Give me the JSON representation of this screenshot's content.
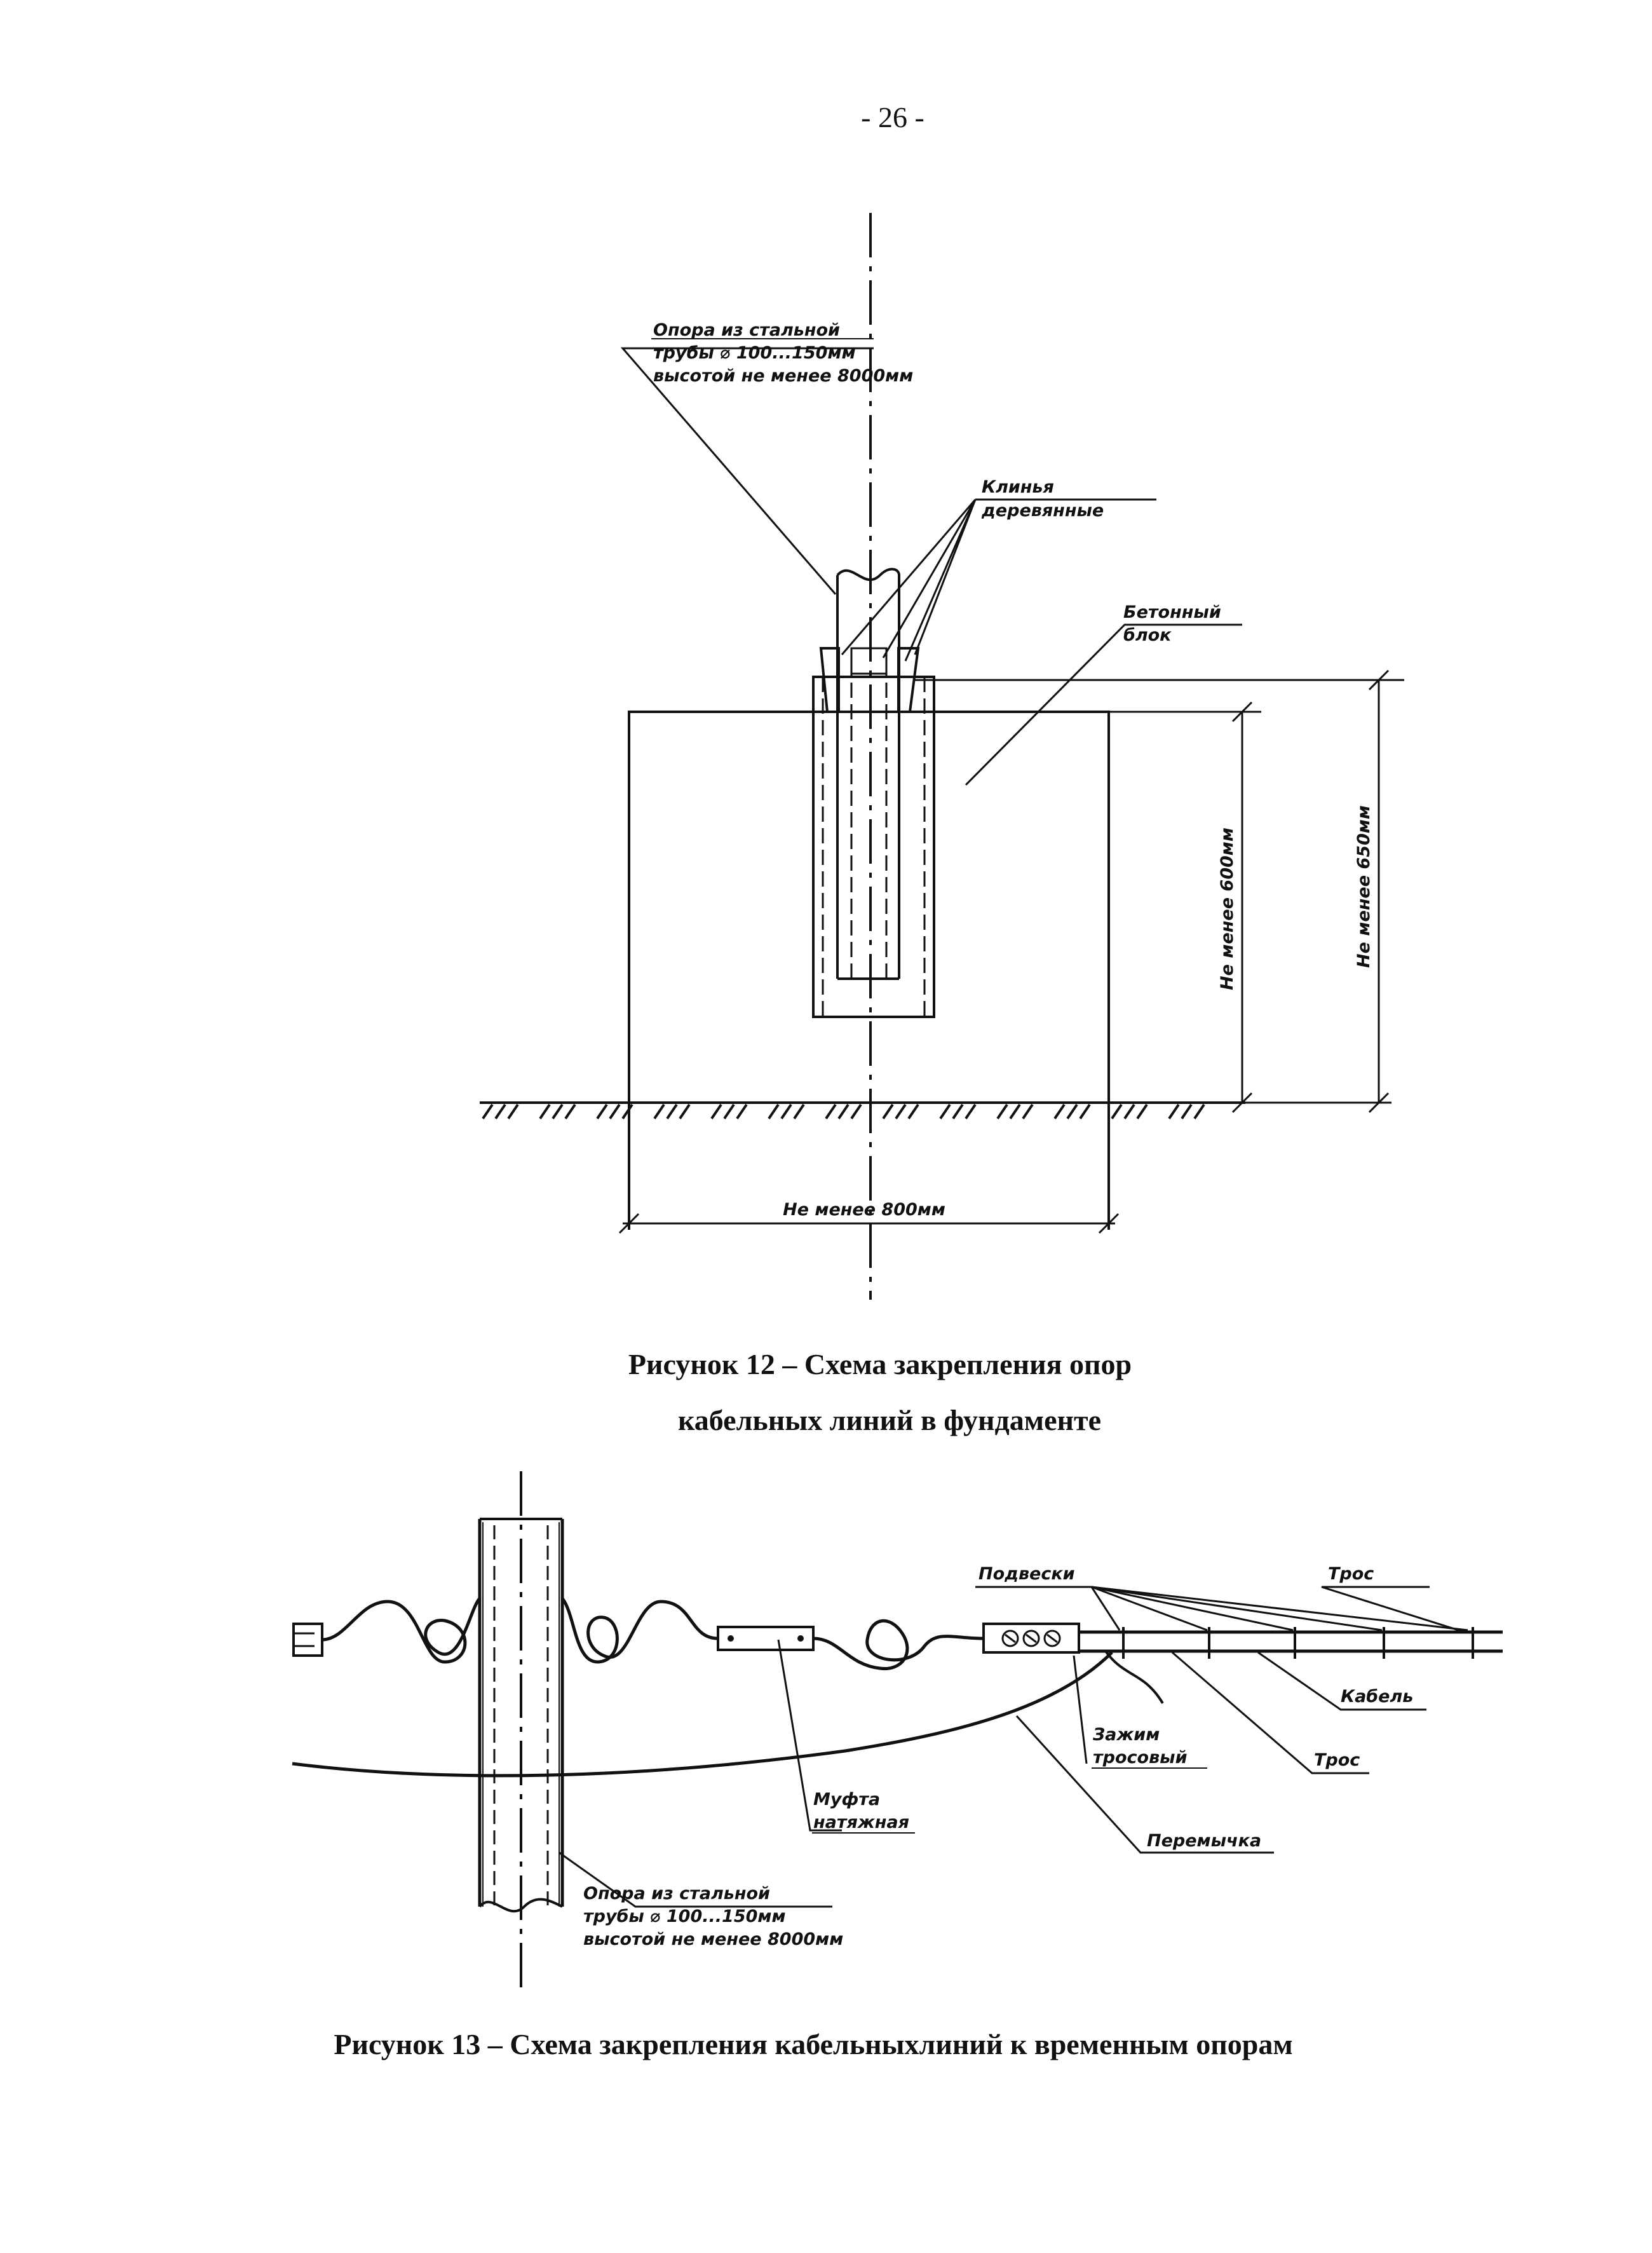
{
  "page_number": "- 26 -",
  "fig12": {
    "label_pole": [
      "Опора из стальной",
      "трубы ⌀ 100...150мм",
      "высотой не менее 8000мм"
    ],
    "label_wedges": [
      "Клинья",
      "деревянные"
    ],
    "label_block": [
      "Бетонный",
      "блок"
    ],
    "dim_600": "Не менее 600мм",
    "dim_650": "Не менее 650мм",
    "dim_800": "Не менее 800мм",
    "caption_line1": "Рисунок 12 – Схема закрепления опор",
    "caption_line2": "кабельных линий в фундаменте"
  },
  "fig13": {
    "label_hangers": "Подвески",
    "label_rope_top": "Трос",
    "label_cable": "Кабель",
    "label_rope_bottom": "Трос",
    "label_clamp": [
      "Зажим",
      "тросовый"
    ],
    "label_coupling": [
      "Муфта",
      "натяжная"
    ],
    "label_jumper": "Перемычка",
    "label_pole": [
      "Опора из стальной",
      "трубы ⌀ 100...150мм",
      "высотой не менее 8000мм"
    ],
    "caption": "Рисунок 13 – Схема закрепления кабельныхлиний к временным опорам"
  }
}
